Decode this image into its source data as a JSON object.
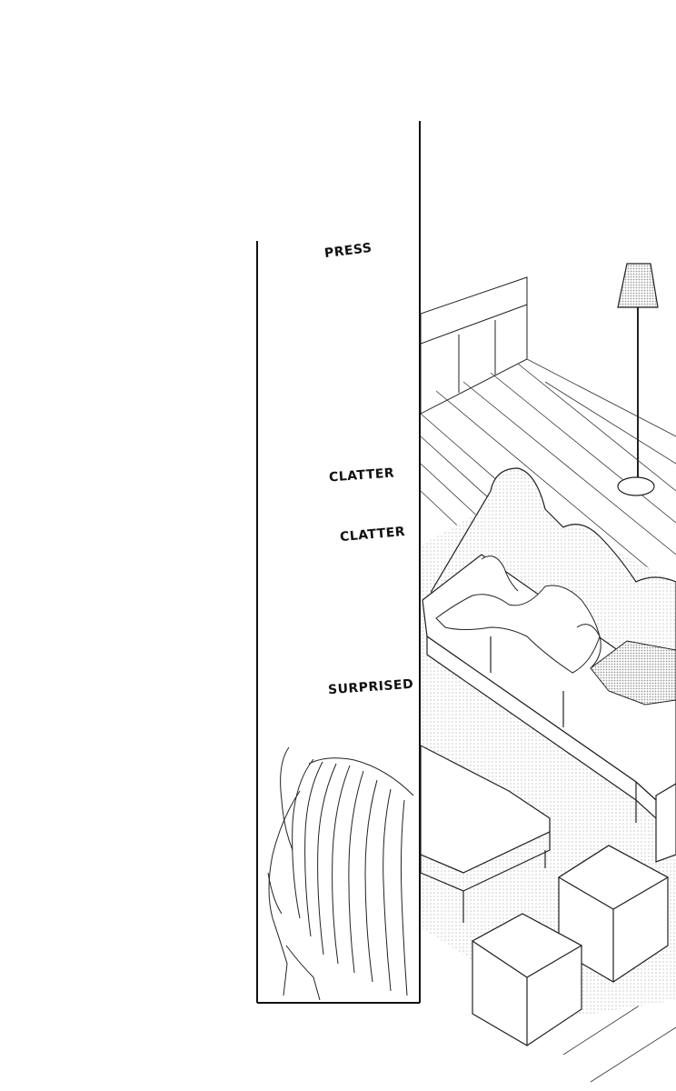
{
  "sound_effects": {
    "press": "PRESS",
    "clatter_1": "CLATTER",
    "clatter_2": "CLATTER",
    "surprised": "SURPRISED"
  },
  "colors": {
    "ink": "#111111",
    "paper": "#ffffff",
    "screentone": "#d9d9d9"
  }
}
